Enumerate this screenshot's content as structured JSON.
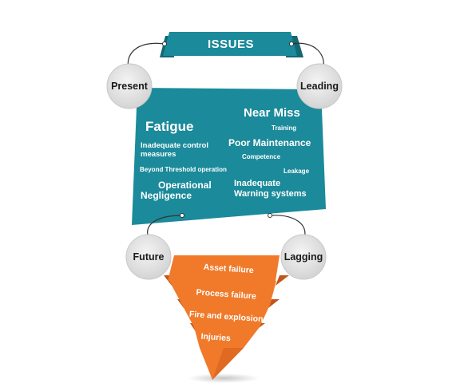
{
  "header": {
    "title": "ISSUES"
  },
  "circles": {
    "present": "Present",
    "leading": "Leading",
    "future": "Future",
    "lagging": "Lagging"
  },
  "issues": {
    "near_miss": "Near Miss",
    "training": "Training",
    "fatigue": "Fatigue",
    "inadequate_control_1": "Inadequate control",
    "inadequate_control_2": "measures",
    "poor_maintenance": "Poor Maintenance",
    "competence": "Competence",
    "beyond_threshold": "Beyond Threshold operation",
    "leakage": "Leakage",
    "operational": "Operational",
    "negligence": "Negligence",
    "inadequate_warning_1": "Inadequate",
    "inadequate_warning_2": "Warning systems"
  },
  "funnel": {
    "tiers": [
      "Asset failure",
      "Process failure",
      "Fire and explosion",
      "Injuries"
    ]
  },
  "colors": {
    "teal": "#1b8a9a",
    "teal_dark": "#136873",
    "orange": "#f07a2a",
    "orange_dark": "#c2561a",
    "circle_fill": "#e2e2e2"
  }
}
